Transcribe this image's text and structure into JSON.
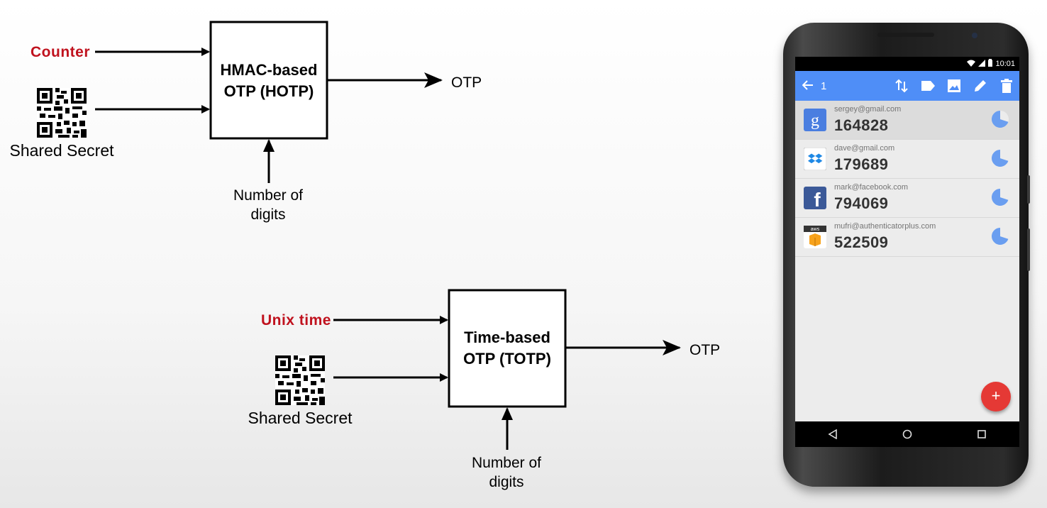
{
  "hotp": {
    "input_label": "Counter",
    "secret_label": "Shared Secret",
    "box_line1": "HMAC-based",
    "box_line2": "OTP (HOTP)",
    "output_label": "OTP",
    "digits_line1": "Number of",
    "digits_line2": "digits"
  },
  "totp": {
    "input_label": "Unix time",
    "secret_label": "Shared Secret",
    "box_line1": "Time-based",
    "box_line2": "OTP (TOTP)",
    "output_label": "OTP",
    "digits_line1": "Number of",
    "digits_line2": "digits"
  },
  "colors": {
    "input_label": "#c0121e",
    "appbar": "#4f8ef7",
    "fab": "#e53935",
    "timer": "#6a9ef0"
  },
  "phone": {
    "status_time": "10:01",
    "status_icons": [
      "wifi-icon",
      "signal-icon",
      "battery-icon"
    ],
    "appbar": {
      "selected_count": "1",
      "actions": [
        "sort-icon",
        "label-icon",
        "image-icon",
        "edit-icon",
        "delete-icon"
      ]
    },
    "accounts": [
      {
        "email": "sergey@gmail.com",
        "code": "164828",
        "icon": "google-icon",
        "timer_fraction": 0.3,
        "selected": true
      },
      {
        "email": "dave@gmail.com",
        "code": "179689",
        "icon": "dropbox-icon",
        "timer_fraction": 0.3,
        "selected": false
      },
      {
        "email": "mark@facebook.com",
        "code": "794069",
        "icon": "facebook-icon",
        "timer_fraction": 0.3,
        "selected": false
      },
      {
        "email": "mufri@authenticatorplus.com",
        "code": "522509",
        "icon": "aws-icon",
        "timer_fraction": 0.3,
        "selected": false
      }
    ],
    "aws_badge": "aws",
    "fab_label": "+",
    "nav": [
      "back-nav-icon",
      "home-nav-icon",
      "recents-nav-icon"
    ]
  }
}
